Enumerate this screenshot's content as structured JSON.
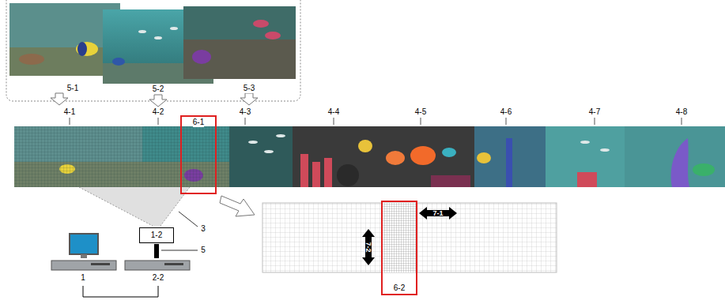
{
  "diagram": {
    "nodes": [
      {
        "text": [
          "6-1"
        ]
      },
      {
        "text": [
          "6-2"
        ]
      },
      {
        "text": [
          "1-2"
        ]
      }
    ],
    "labels": [
      "5-1",
      "5-2",
      "5-3",
      "4-1",
      "4-2",
      "4-3",
      "4-4",
      "4-5",
      "4-6",
      "4-7",
      "4-8",
      "3",
      "5",
      "1",
      "2-2",
      "7-1",
      "7-2"
    ]
  }
}
